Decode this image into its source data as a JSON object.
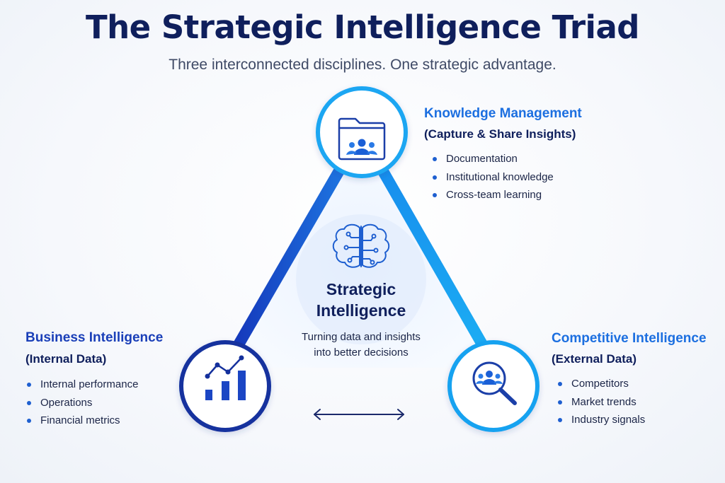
{
  "title": "The Strategic Intelligence Triad",
  "subtitle": "Three interconnected disciplines. One strategic advantage.",
  "center": {
    "title_line1": "Strategic",
    "title_line2": "Intelligence",
    "desc_line1": "Turning data and insights",
    "desc_line2": "into better decisions",
    "icon": "brain-circuit-icon"
  },
  "knowledge": {
    "title": "Knowledge Management",
    "subtitle": "(Capture & Share Insights)",
    "icon": "folder-team-icon",
    "items": [
      "Documentation",
      "Institutional knowledge",
      "Cross-team learning"
    ]
  },
  "business": {
    "title": "Business Intelligence",
    "subtitle": "(Internal Data)",
    "icon": "bar-chart-trend-icon",
    "items": [
      "Internal performance",
      "Operations",
      "Financial metrics"
    ]
  },
  "competitive": {
    "title": "Competitive Intelligence",
    "subtitle": "(External Data)",
    "icon": "magnifier-team-icon",
    "items": [
      "Competitors",
      "Market trends",
      "Industry signals"
    ]
  },
  "connector_icon": "double-arrow-icon",
  "colors": {
    "navy": "#0f1f5c",
    "royal": "#1e3fbf",
    "blue": "#1c6fe0",
    "sky": "#1aa0f0",
    "bullet": "#1e5fd0"
  }
}
